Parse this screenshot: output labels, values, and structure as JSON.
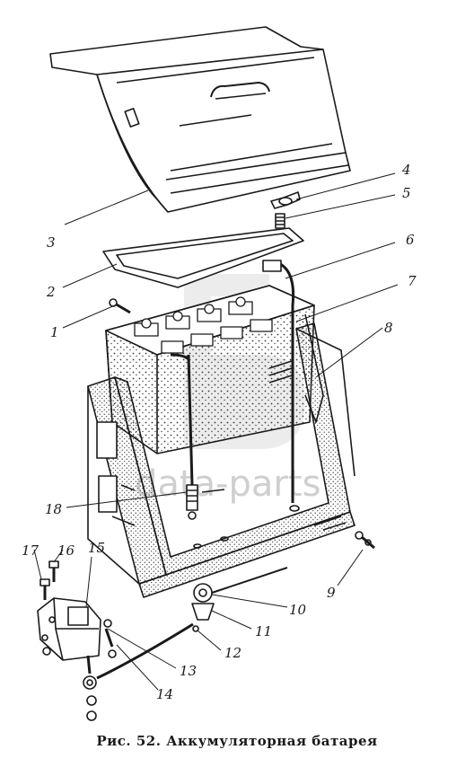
{
  "caption": "Рис. 52. Аккумуляторная батарея",
  "watermark": "data-parts",
  "colors": {
    "ink": "#1a1a1a",
    "stipple": "#3a3a3a",
    "watermark": "#cfcfcf"
  },
  "callouts": [
    {
      "n": "1"
    },
    {
      "n": "2"
    },
    {
      "n": "3"
    },
    {
      "n": "4"
    },
    {
      "n": "5"
    },
    {
      "n": "6"
    },
    {
      "n": "7"
    },
    {
      "n": "8"
    },
    {
      "n": "9"
    },
    {
      "n": "10"
    },
    {
      "n": "11"
    },
    {
      "n": "12"
    },
    {
      "n": "13"
    },
    {
      "n": "14"
    },
    {
      "n": "15"
    },
    {
      "n": "16"
    },
    {
      "n": "17"
    },
    {
      "n": "18"
    }
  ]
}
